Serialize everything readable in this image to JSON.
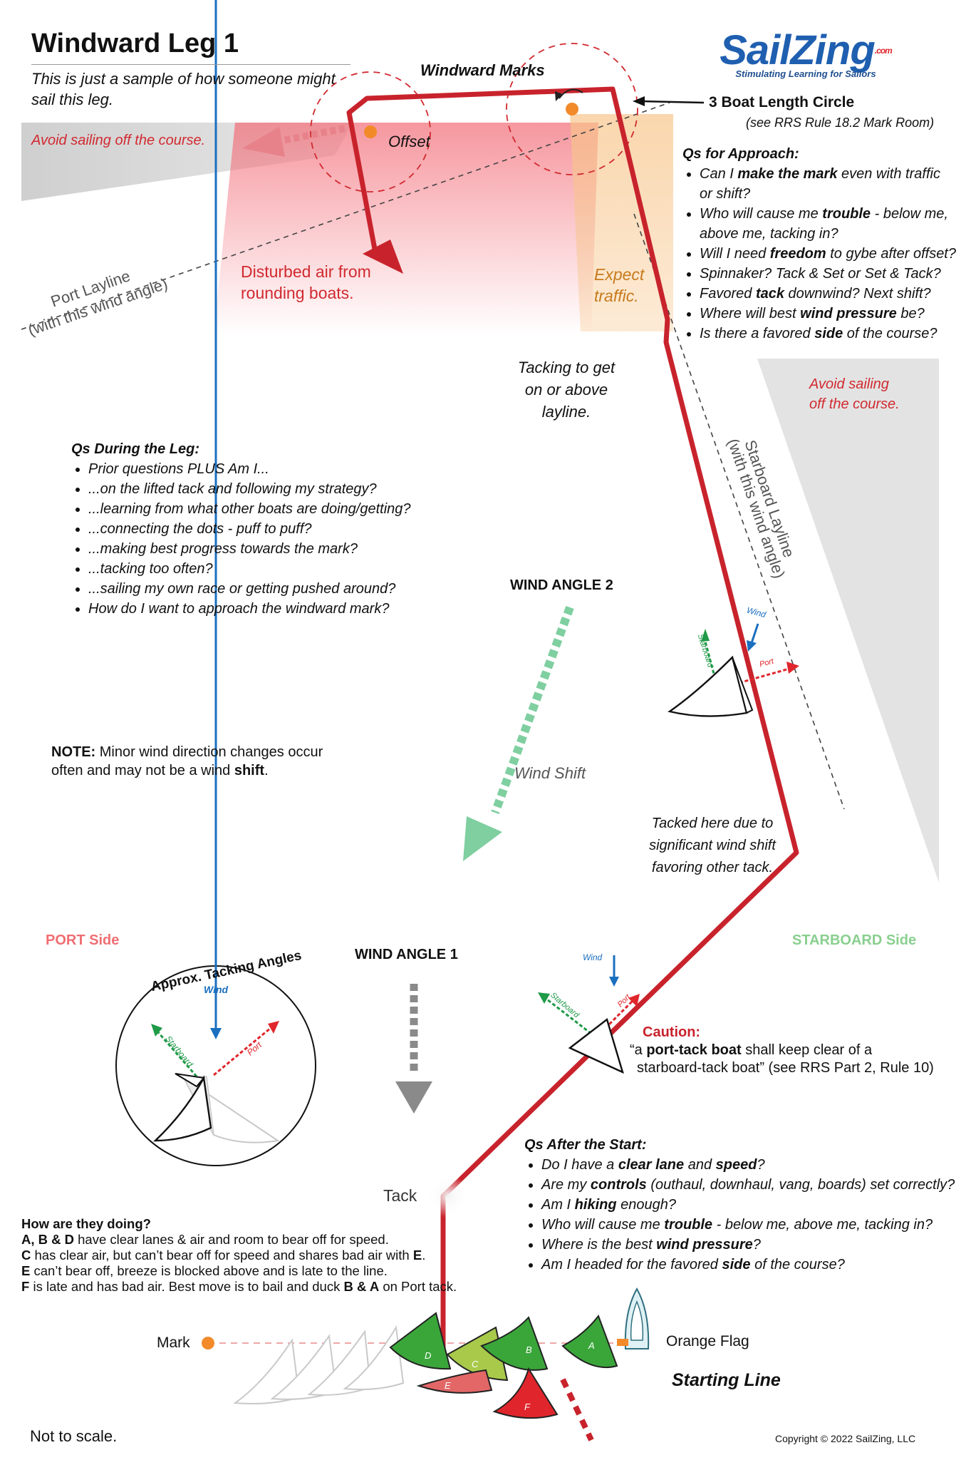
{
  "header": {
    "title": "Windward Leg 1",
    "subtitle": "This is just a sample of how someone might sail this leg.",
    "logo": {
      "word": "SailZing",
      "suffix": ".com",
      "tagline": "Stimulating Learning for Sailors"
    }
  },
  "marks": {
    "windward_marks": "Windward Marks",
    "offset": "Offset",
    "circle_title": "3 Boat Length Circle",
    "circle_ref": "(see RRS Rule 18.2 Mark Room)"
  },
  "zones": {
    "avoid_left": "Avoid sailing off the course.",
    "avoid_right_1": "Avoid sailing",
    "avoid_right_2": "off the course.",
    "disturbed_1": "Disturbed air from",
    "disturbed_2": "rounding boats.",
    "traffic_1": "Expect",
    "traffic_2": "traffic.",
    "port_layline_1": "Port Layline",
    "port_layline_2": "(with this wind angle)",
    "starboard_layline_1": "Starboard Layline",
    "starboard_layline_2": "(with this wind angle)"
  },
  "approach": {
    "title": "Qs for Approach:",
    "items": [
      [
        "Can I ",
        "make the mark",
        " even with traffic"
      ],
      [
        "or shift?",
        "",
        ""
      ],
      [
        "Who will cause me ",
        "trouble",
        " - below me,"
      ],
      [
        "above me, tacking in?",
        "",
        ""
      ],
      [
        "Will I need ",
        "freedom",
        " to gybe after offset?"
      ],
      [
        "Spinnaker? Tack & Set or Set & Tack?",
        "",
        ""
      ],
      [
        "Favored ",
        "tack",
        " downwind? Next shift?"
      ],
      [
        "Where will best ",
        "wind pressure",
        " be?"
      ],
      [
        "Is there a favored ",
        "side",
        " of the course?"
      ]
    ]
  },
  "route_notes": {
    "tacking_1": "Tacking to get",
    "tacking_2": "on or above",
    "tacking_3": "layline.",
    "tacked_1": "Tacked here due to",
    "tacked_2": "significant wind shift",
    "tacked_3": "favoring other tack.",
    "tack": "Tack"
  },
  "during": {
    "title": "Qs During the Leg:",
    "items": [
      "Prior questions PLUS Am I...",
      "...on the lifted tack and following my strategy?",
      "...learning from what other boats are doing/getting?",
      "...connecting the dots - puff to puff?",
      "...making best progress towards the mark?",
      "...tacking too often?",
      "...sailing my own race or getting pushed around?",
      "How do I want to approach the windward mark?"
    ]
  },
  "wind": {
    "angle2": "WIND ANGLE 2",
    "angle1": "WIND ANGLE 1",
    "shift": "Wind Shift",
    "wind": "Wind",
    "starboard": "Starboard",
    "port": "Port"
  },
  "note": {
    "label": "NOTE:",
    "text_1": " Minor wind direction changes occur",
    "text_2a": "often and may not be a wind ",
    "text_2b": "shift",
    "text_2c": "."
  },
  "sides": {
    "port": "PORT Side",
    "starboard": "STARBOARD Side",
    "tacking_angles": "Approx. Tacking Angles"
  },
  "caution": {
    "title": "Caution:",
    "line1a": "“a ",
    "line1b": "port-tack boat",
    "line1c": " shall keep clear of a",
    "line2": "starboard-tack boat” (see RRS Part 2, Rule 10)"
  },
  "after": {
    "title": "Qs After the Start:",
    "items": [
      [
        "Do I have a ",
        "clear lane",
        " and ",
        "speed",
        "?"
      ],
      [
        "Are my ",
        "controls",
        " (outhaul, downhaul, vang, boards) set correctly?",
        "",
        ""
      ],
      [
        "Am I ",
        "hiking",
        " enough?",
        "",
        ""
      ],
      [
        "Who will cause me ",
        "trouble",
        " - below me, above me, tacking in?",
        "",
        ""
      ],
      [
        "Where is the best ",
        "wind pressure",
        "?",
        "",
        ""
      ],
      [
        "Am I headed for the favored ",
        "side",
        " of the course?",
        "",
        ""
      ]
    ]
  },
  "doing": {
    "title": "How are they doing?",
    "l1a": "A, B & D",
    "l1b": " have clear lanes & air and room to bear off for speed.",
    "l2a": "C",
    "l2b": " has clear air, but can’t bear off for speed and shares bad air with ",
    "l2c": "E",
    "l2d": ".",
    "l3a": "E",
    "l3b": " can’t bear off, breeze is blocked above and is late to the line.",
    "l4a": "F",
    "l4b": " is late and has bad air. Best move is to bail and duck ",
    "l4c": "B & A",
    "l4d": " on Port tack."
  },
  "start": {
    "mark": "Mark",
    "orange_flag": "Orange Flag",
    "starting_line": "Starting Line",
    "boats": [
      "A",
      "B",
      "C",
      "D",
      "E",
      "F"
    ]
  },
  "footer": {
    "not_to_scale": "Not to scale.",
    "copyright": "Copyright © 2022 SailZing, LLC"
  },
  "colors": {
    "course_red": "#c8232c",
    "wind_blue": "#1a6fbf",
    "starboard_green": "#1f9a48",
    "port_red": "#e0262c",
    "shift_green": "#7fcfa0",
    "boat_green": "#3aa63a",
    "boat_red": "#e0262c"
  }
}
